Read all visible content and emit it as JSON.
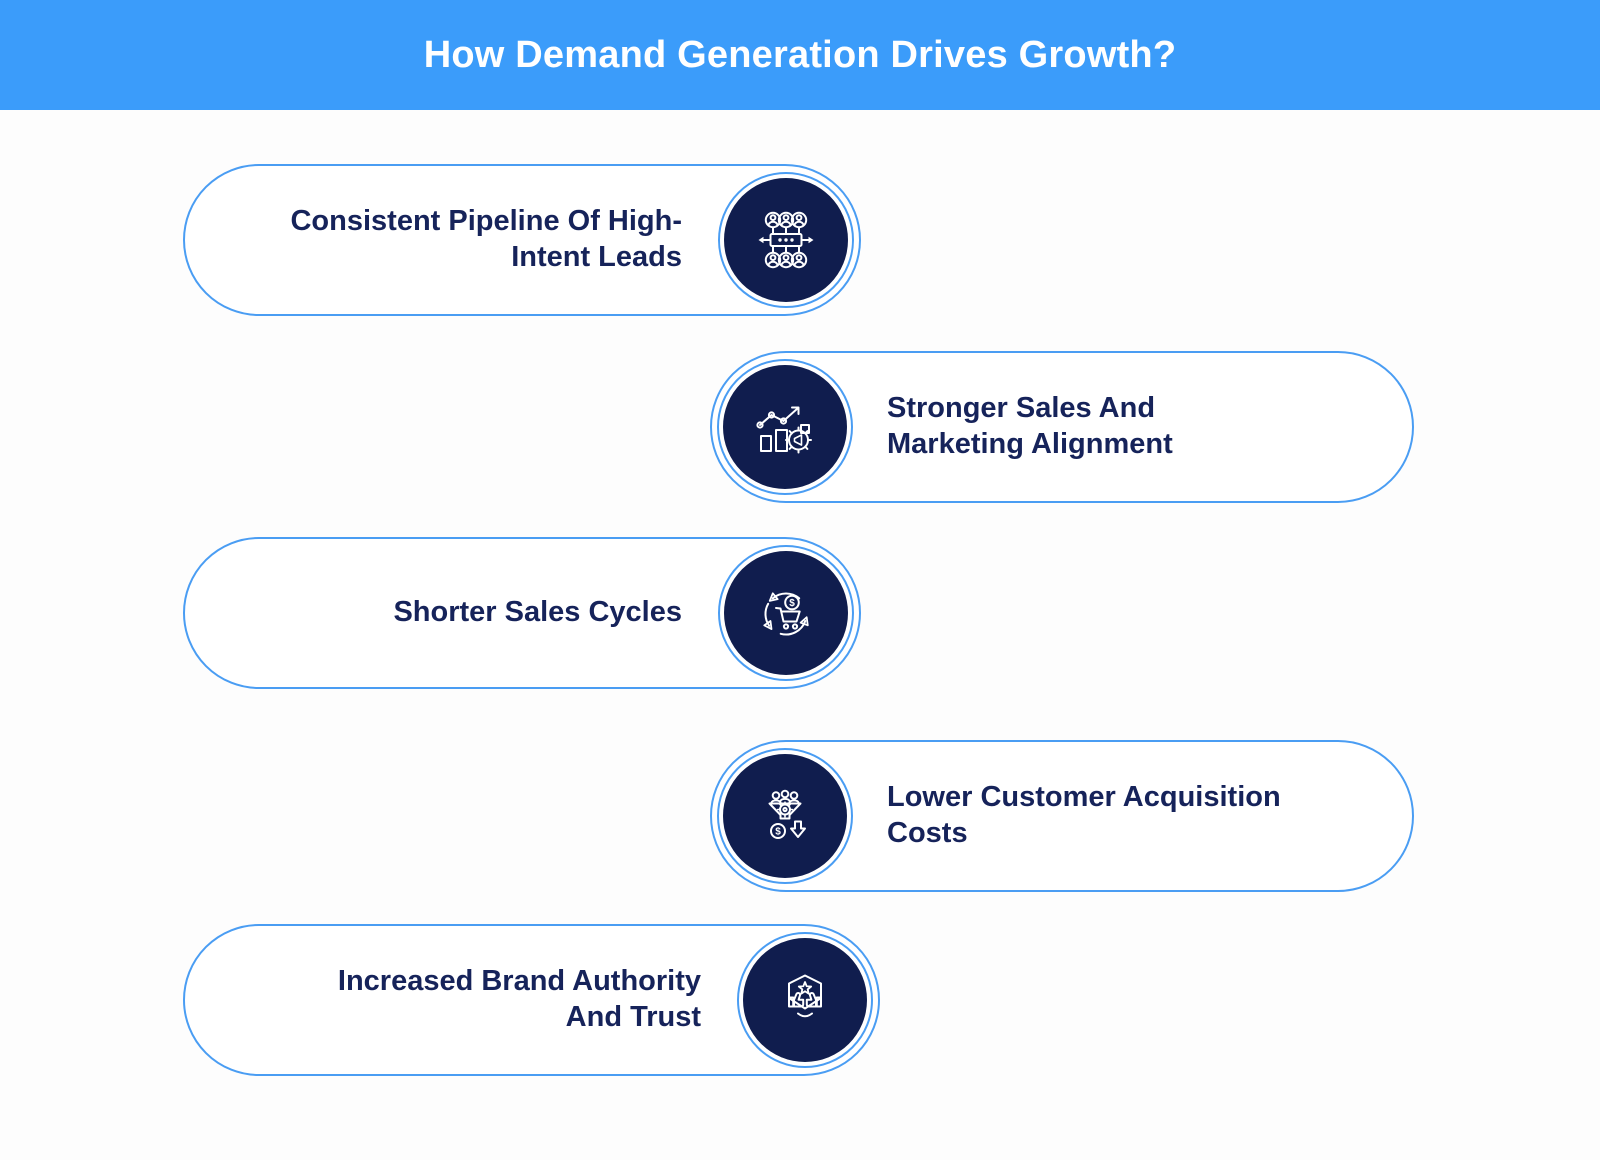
{
  "colors": {
    "header_bg": "#3b9cfa",
    "header_text": "#ffffff",
    "pill_border": "#4a9df3",
    "icon_circle_bg": "#101d4e",
    "text": "#16235a",
    "icon_stroke": "#ffffff",
    "page_bg": "#fdfdfd"
  },
  "header": {
    "title": "How Demand Generation Drives Growth?"
  },
  "items": [
    {
      "label": "Consistent Pipeline Of High-Intent Leads",
      "label_lines": [
        "Consistent Pipeline Of High-",
        "Intent Leads"
      ],
      "icon": "leads-pipeline-icon",
      "side": "left"
    },
    {
      "label": "Stronger Sales And Marketing Alignment",
      "label_lines": [
        "Stronger Sales And",
        "Marketing Alignment"
      ],
      "icon": "sales-marketing-alignment-icon",
      "side": "right"
    },
    {
      "label": "Shorter Sales Cycles",
      "label_lines": [
        "Shorter Sales Cycles"
      ],
      "icon": "sales-cycle-icon",
      "side": "left"
    },
    {
      "label": "Lower Customer Acquisition Costs",
      "label_lines": [
        "Lower Customer Acquisition",
        "Costs"
      ],
      "icon": "acquisition-cost-icon",
      "side": "right"
    },
    {
      "label": "Increased Brand Authority And Trust",
      "label_lines": [
        "Increased Brand Authority",
        "And Trust"
      ],
      "icon": "brand-trust-icon",
      "side": "left"
    }
  ]
}
